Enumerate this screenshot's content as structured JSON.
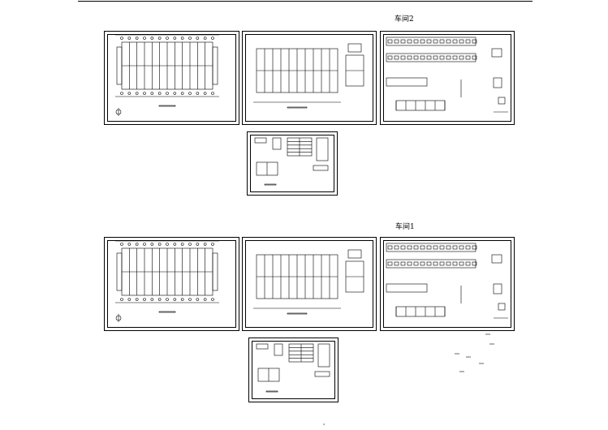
{
  "drawing_sets": [
    {
      "label": "车间2",
      "sheet_count": 4
    },
    {
      "label": "车间1",
      "sheet_count": 4
    }
  ],
  "colors": {
    "line": "#000000",
    "background": "#ffffff"
  }
}
